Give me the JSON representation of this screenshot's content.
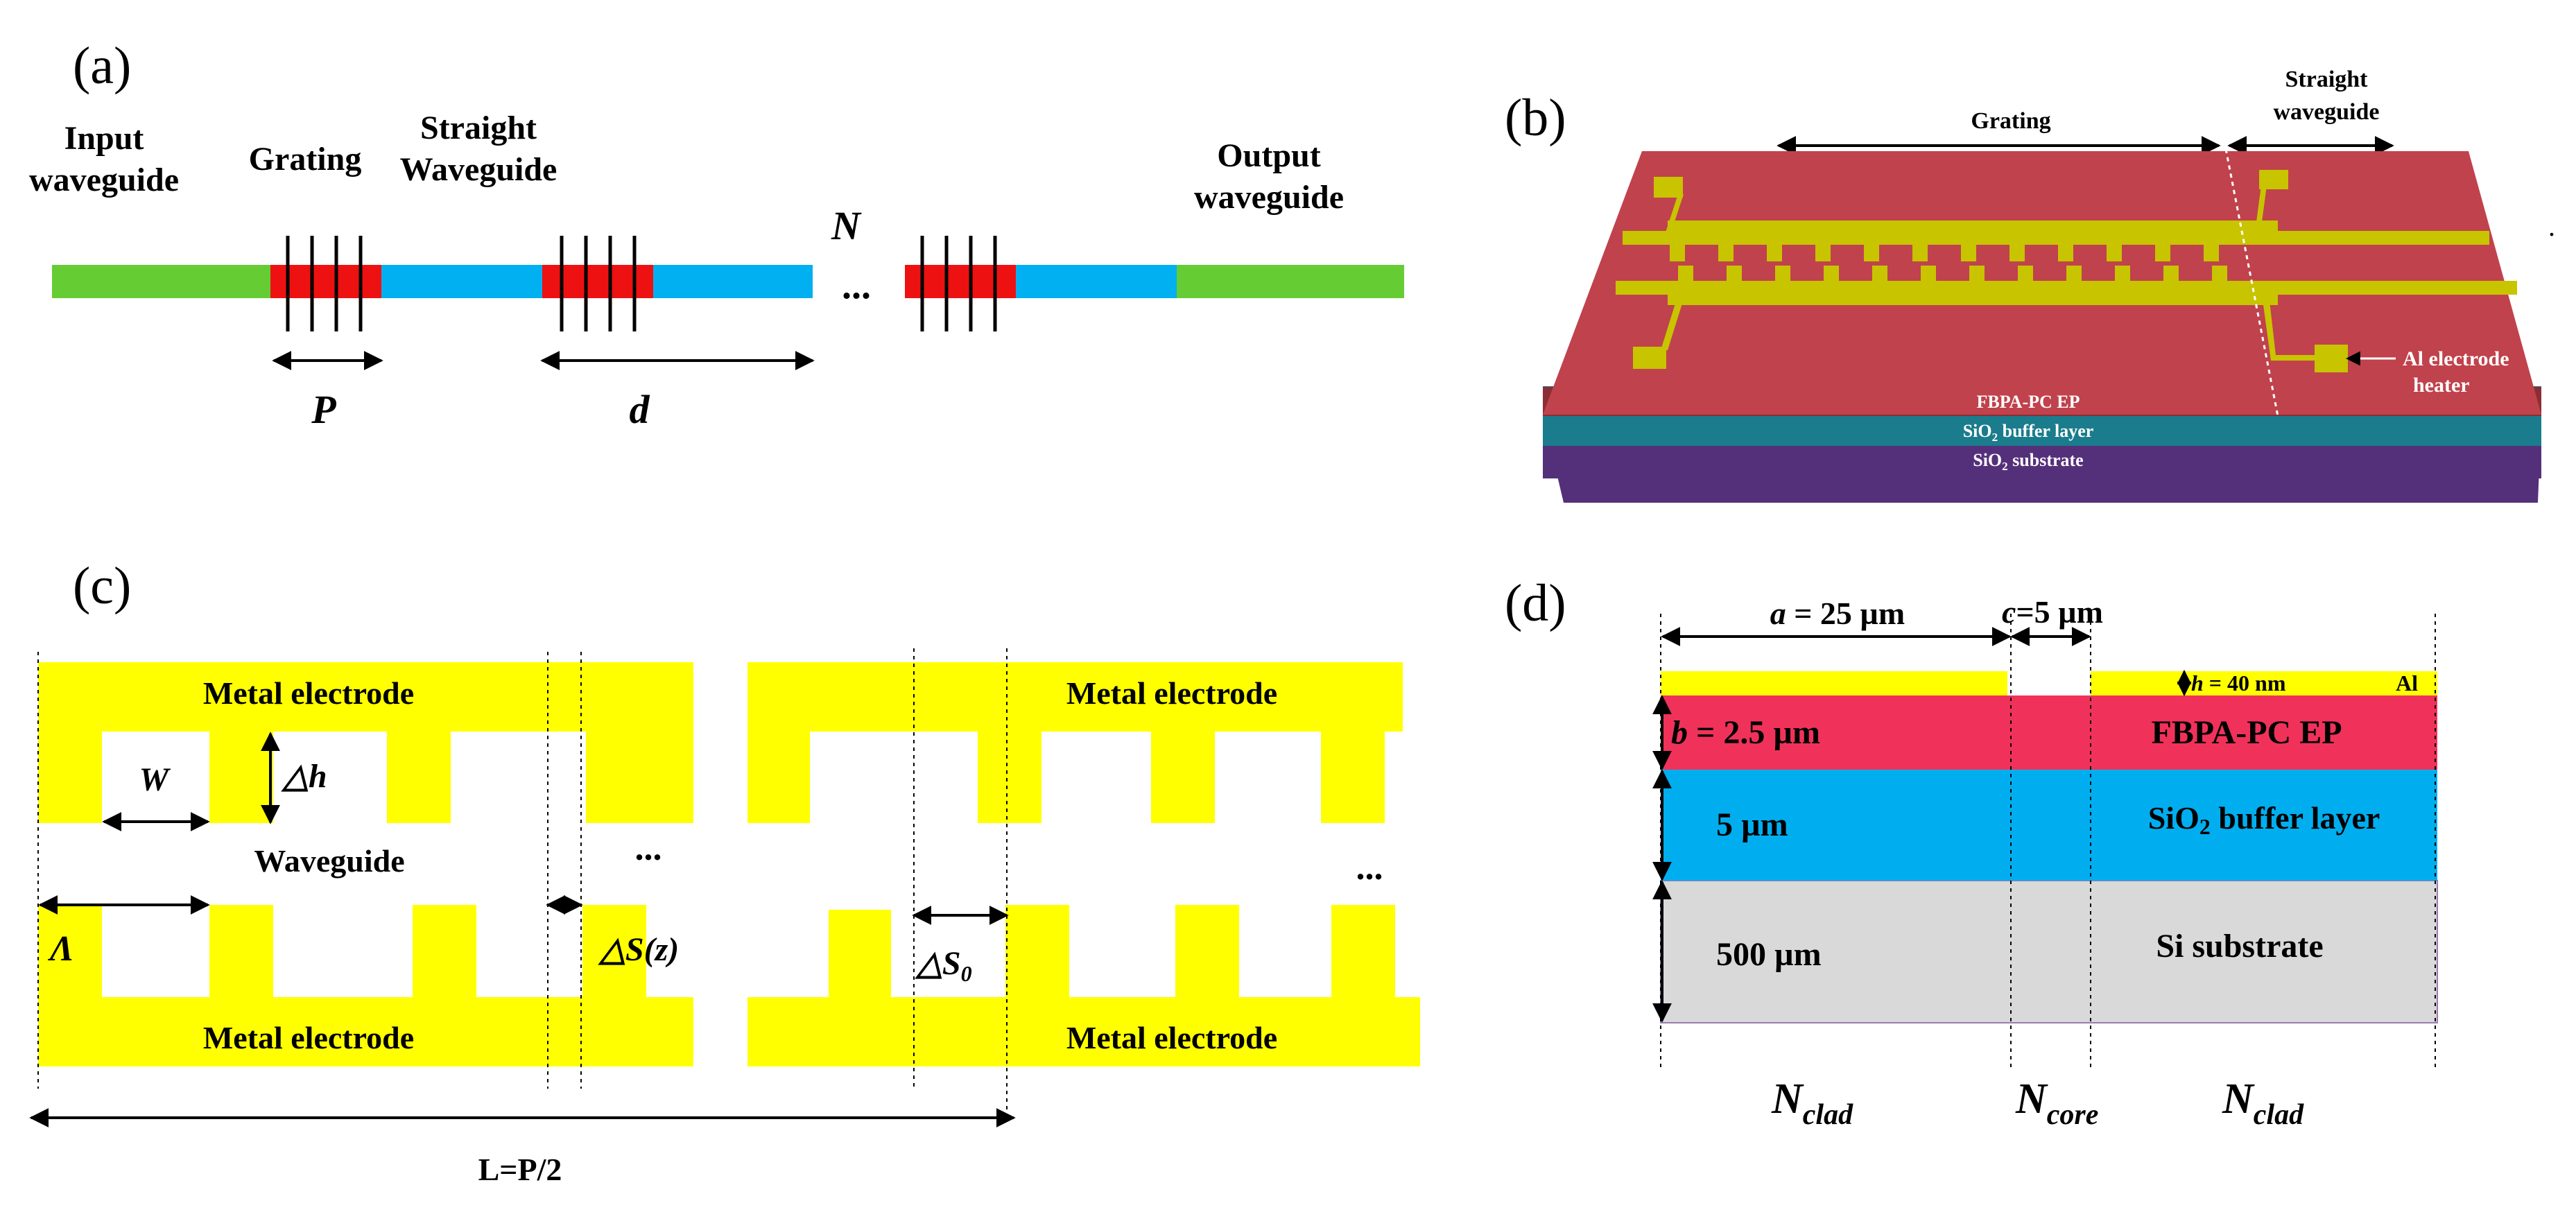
{
  "colors": {
    "green": "#66cc33",
    "blue": "#00b0f0",
    "red": "#ee1111",
    "yellow": "#ffff00",
    "chip_red": "#c0424c",
    "chip_side": "#8b2d35",
    "teal": "#1a7c8c",
    "purple": "#55307a",
    "electrode": "#c8c400",
    "pink": "#f0325a",
    "cyan_layer": "#00aeef",
    "gray": "#d9d9d9",
    "al_yellow": "#ffff00"
  },
  "panel_a": {
    "label": "(a)",
    "input": [
      "Input",
      "waveguide"
    ],
    "grating": "Grating",
    "straight": [
      "Straight",
      "Waveguide"
    ],
    "n": "N",
    "output": [
      "Output",
      "waveguide"
    ],
    "dots": "...",
    "p": "P",
    "d": "d"
  },
  "panel_b": {
    "label": "(b)",
    "grating": "Grating",
    "straight": [
      "Straight",
      "waveguide"
    ],
    "al": [
      "Al electrode",
      "heater"
    ],
    "layer1": "FBPA-PC EP",
    "layer2_pre": "SiO",
    "layer2_sub": "2",
    "layer2_post": " buffer layer",
    "layer3_pre": "SiO",
    "layer3_sub": "2",
    "layer3_post": " substrate",
    "dot": "."
  },
  "panel_c": {
    "label": "(c)",
    "metal_tl": "Metal electrode",
    "metal_tr": "Metal electrode",
    "metal_bl": "Metal electrode",
    "metal_br": "Metal electrode",
    "w": "W",
    "dh": "△h",
    "waveguide": "Waveguide",
    "lambda": "Λ",
    "ds": "△S(z)",
    "ds0_pre": "△S",
    "ds0_sub": "0",
    "dots1": "...",
    "dots2": "...",
    "l": "L=P/2"
  },
  "panel_d": {
    "label": "(d)",
    "a_var": "a",
    "a_rest": " = 25 µm",
    "c_var": "c",
    "c_rest": "=5 µm",
    "h_var": "h",
    "h_rest": " = 40 nm",
    "al": "Al",
    "b_var": "b",
    "b_rest": " = 2.5 µm",
    "fbpa": "FBPA-PC EP",
    "five": "5 µm",
    "sio2": "SiO",
    "sio2_sub": "2",
    "sio2_rest": "  buffer layer",
    "five_hundred": "500 µm",
    "si": "Si  substrate",
    "nclad_left": "N",
    "nclad_left_sub": "clad",
    "ncore": "N",
    "ncore_sub": "core",
    "nclad_right": "N",
    "nclad_right_sub": "clad"
  }
}
